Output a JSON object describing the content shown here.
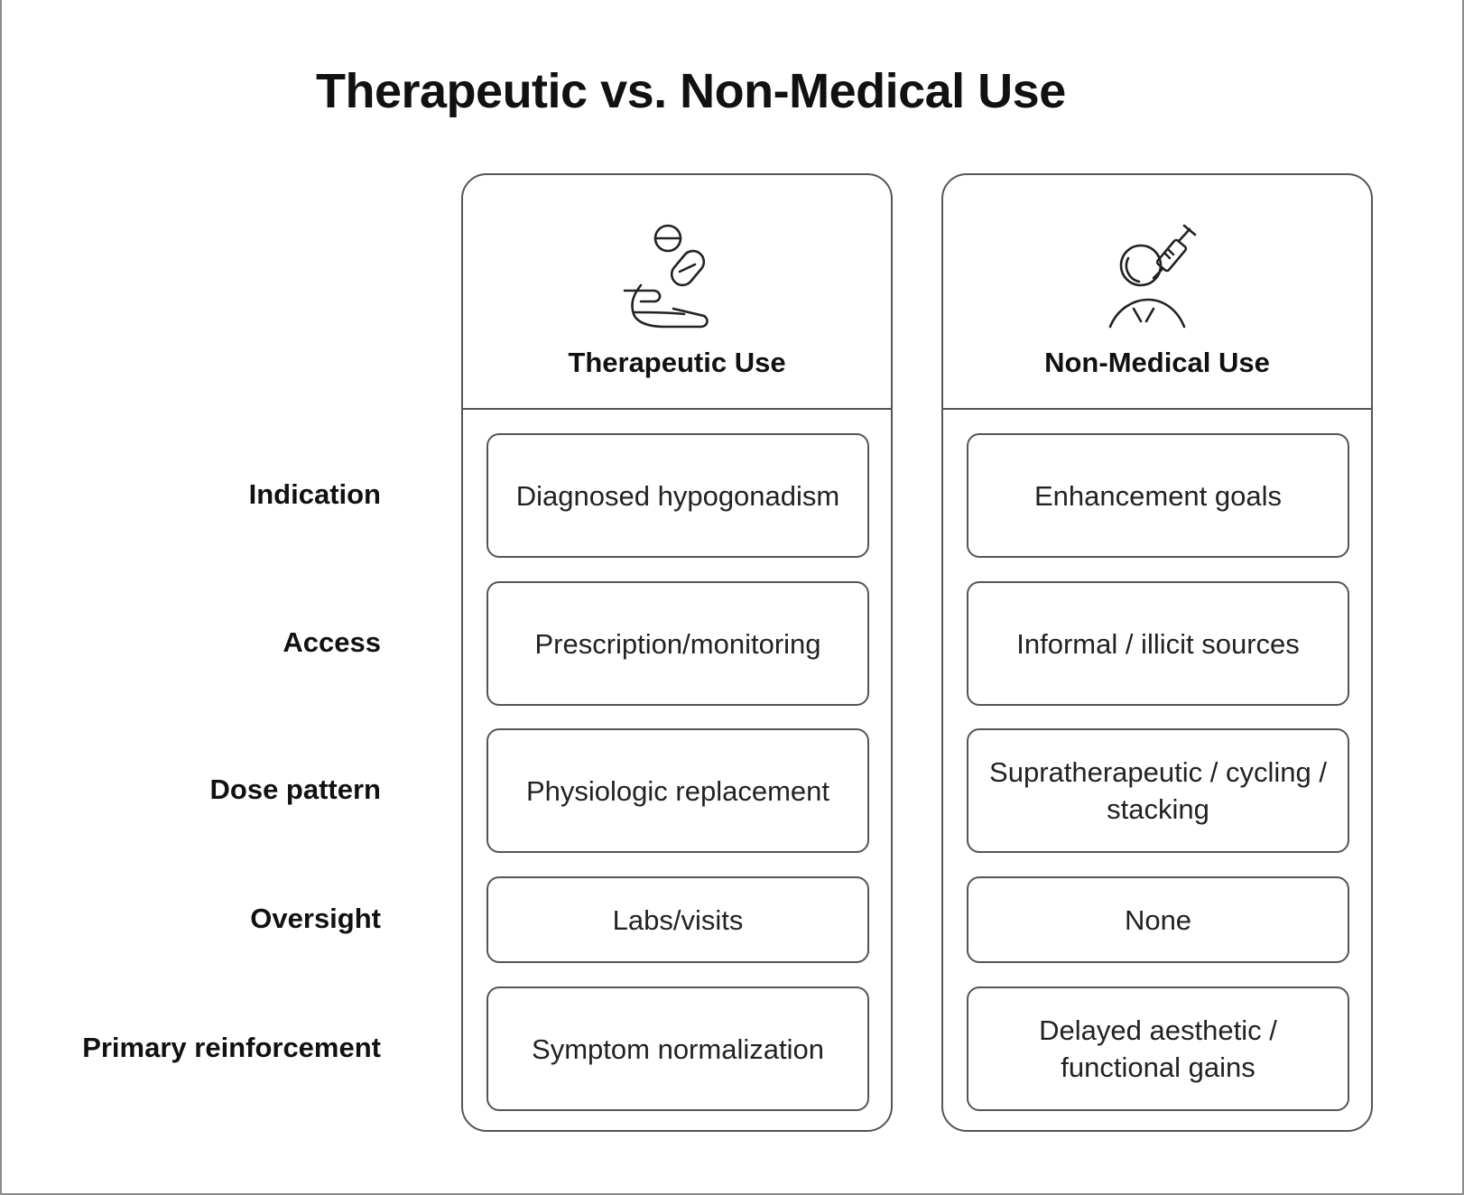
{
  "title": "Therapeutic vs. Non-Medical Use",
  "row_labels": [
    "Indication",
    "Access",
    "Dose pattern",
    "Oversight",
    "Primary reinforcement"
  ],
  "columns": [
    {
      "title": "Therapeutic Use",
      "icon": "hand-with-pills-icon",
      "cells": [
        "Diagnosed hypogonadism",
        "Prescription/monitoring",
        "Physiologic replacement",
        "Labs/visits",
        "Symptom normalization"
      ]
    },
    {
      "title": "Non-Medical Use",
      "icon": "person-with-syringe-icon",
      "cells": [
        "Enhancement goals",
        "Informal / illicit sources",
        "Supratherapeutic / cycling / stacking",
        "None",
        "Delayed aesthetic / functional gains"
      ]
    }
  ]
}
